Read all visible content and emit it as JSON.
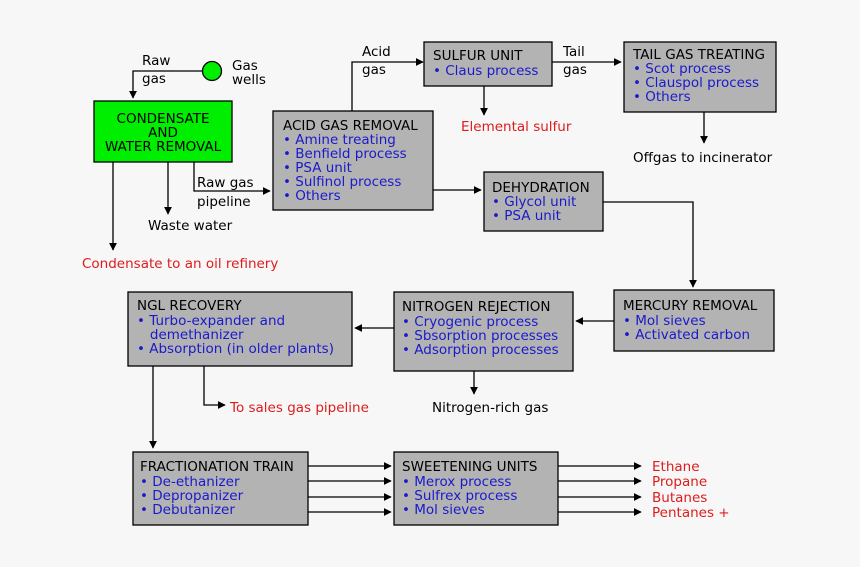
{
  "wells": {
    "raw_gas_1": "Raw",
    "raw_gas_2": "gas",
    "label_1": "Gas",
    "label_2": "wells"
  },
  "condensate_box": {
    "line1": "CONDENSATE",
    "line2": "AND",
    "line3": "WATER REMOVAL"
  },
  "waste_water": "Waste water",
  "condensate_out": "Condensate to an oil refinery",
  "pipeline": {
    "line1": "Raw gas",
    "line2": "pipeline"
  },
  "acid_gas": {
    "title": "ACID GAS REMOVAL",
    "items": [
      "• Amine treating",
      "• Benfield process",
      "• PSA unit",
      "• Sulfinol process",
      "• Others"
    ]
  },
  "acid_gas_label": {
    "line1": "Acid",
    "line2": "gas"
  },
  "sulfur": {
    "title": "SULFUR UNIT",
    "items": [
      "• Claus process"
    ]
  },
  "elemental_sulfur": "Elemental sulfur",
  "tail_gas_label": {
    "line1": "Tail",
    "line2": "gas"
  },
  "tail_gas": {
    "title": "TAIL GAS TREATING",
    "items": [
      "• Scot process",
      "• Clauspol process",
      "• Others"
    ]
  },
  "offgas": "Offgas to incinerator",
  "dehydration": {
    "title": "DEHYDRATION",
    "items": [
      "• Glycol unit",
      "• PSA unit"
    ]
  },
  "mercury": {
    "title": "MERCURY REMOVAL",
    "items": [
      "• Mol sieves",
      "• Activated carbon"
    ]
  },
  "nitrogen": {
    "title": "NITROGEN REJECTION",
    "items": [
      "• Cryogenic process",
      "• Sbsorption processes",
      "• Adsorption processes"
    ]
  },
  "nitrogen_rich": "Nitrogen-rich gas",
  "ngl": {
    "title": "NGL RECOVERY",
    "items": [
      "• Turbo-expander and",
      "   demethanizer",
      "• Absorption (in older plants)"
    ]
  },
  "sales_gas": "To sales gas pipeline",
  "fractionation": {
    "title": "FRACTIONATION TRAIN",
    "items": [
      "• De-ethanizer",
      "• Depropanizer",
      "• Debutanizer"
    ]
  },
  "sweetening": {
    "title": "SWEETENING UNITS",
    "items": [
      "• Merox process",
      "• Sulfrex process",
      "• Mol sieves"
    ]
  },
  "products": [
    "Ethane",
    "Propane",
    "Butanes",
    "Pentanes +"
  ],
  "colors": {
    "box": "#b3b3b3",
    "green_box": "#00ee00",
    "gas_well": "#00ee00",
    "item_text": "#1a1acc",
    "output_text": "#dd1c1c"
  }
}
